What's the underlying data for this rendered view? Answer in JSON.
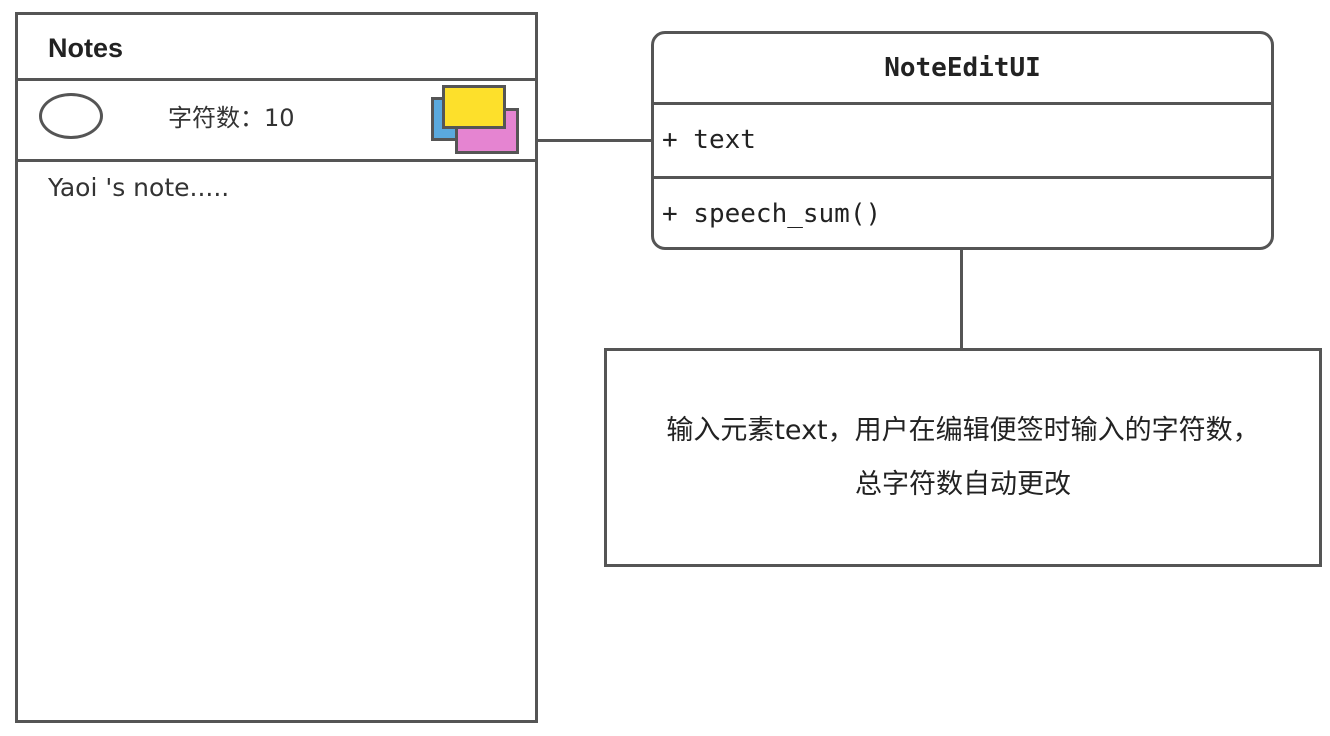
{
  "notes_window": {
    "title": "Notes",
    "char_count_label": "字符数：10",
    "body_text": "Yaoi 's note....."
  },
  "uml_class": {
    "name": "NoteEditUI",
    "attribute": "+ text",
    "method": "+ speech_sum()"
  },
  "note": {
    "line1": "输入元素text，用户在编辑便签时输入的字符数，",
    "line2": "总字符数自动更改"
  },
  "colors": {
    "stroke": "#555555",
    "sticky_blue": "#5aa9de",
    "sticky_pink": "#e584d1",
    "sticky_yellow": "#fde02b"
  },
  "icons": [
    "oval-icon",
    "sticky-notes-icon"
  ]
}
